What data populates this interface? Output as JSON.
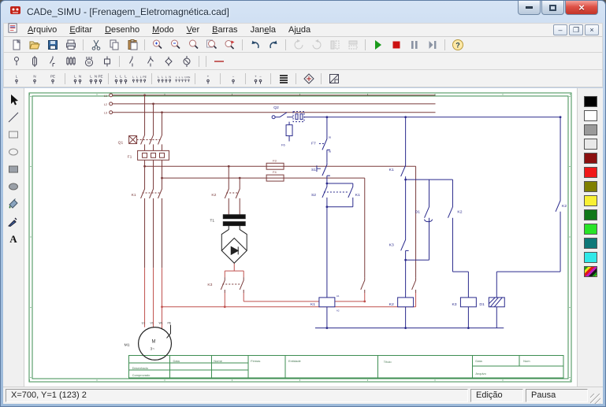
{
  "window": {
    "title": "CADe_SIMU - [Frenagem_Eletromagnética.cad]",
    "controls": [
      "minimize",
      "maximize",
      "close"
    ],
    "mdi_controls": [
      "minimize",
      "restore",
      "close"
    ]
  },
  "menu": {
    "items": [
      {
        "label": "Arquivo",
        "u": 0
      },
      {
        "label": "Editar",
        "u": 0
      },
      {
        "label": "Desenho",
        "u": 0
      },
      {
        "label": "Modo",
        "u": 0
      },
      {
        "label": "Ver",
        "u": 0
      },
      {
        "label": "Barras",
        "u": 0
      },
      {
        "label": "Janela",
        "u": 3
      },
      {
        "label": "Ajuda",
        "u": 2
      }
    ]
  },
  "toolbars": {
    "standard": [
      {
        "i": "new"
      },
      {
        "i": "open"
      },
      {
        "i": "save"
      },
      {
        "i": "print"
      },
      {
        "sep": 1
      },
      {
        "i": "cut"
      },
      {
        "i": "copy"
      },
      {
        "i": "paste"
      },
      {
        "sep": 1
      },
      {
        "i": "zoom-in"
      },
      {
        "i": "zoom-out"
      },
      {
        "i": "zoom-window"
      },
      {
        "i": "zoom-page"
      },
      {
        "i": "zoom-prev"
      },
      {
        "sep": 1
      },
      {
        "i": "undo"
      },
      {
        "i": "redo"
      },
      {
        "sep": 1
      },
      {
        "i": "rotate-left",
        "d": 1
      },
      {
        "i": "rotate-right",
        "d": 1
      },
      {
        "i": "flip-h",
        "d": 1
      },
      {
        "i": "flip-v",
        "d": 1
      },
      {
        "sep": 1
      },
      {
        "i": "play"
      },
      {
        "i": "stop"
      },
      {
        "i": "pause"
      },
      {
        "i": "step"
      },
      {
        "sep": 1
      },
      {
        "i": "help"
      }
    ],
    "components": [
      {
        "i": "pin"
      },
      {
        "i": "fuse"
      },
      {
        "i": "contact-nc"
      },
      {
        "i": "resistor-bank"
      },
      {
        "i": "motor"
      },
      {
        "i": "coil"
      },
      {
        "sep": 1
      },
      {
        "i": "contact-no"
      },
      {
        "i": "contact-cho"
      },
      {
        "i": "diamond"
      },
      {
        "i": "plug"
      },
      {
        "sep": 1
      },
      {
        "sep": 1
      },
      {
        "i": "wire-red"
      }
    ],
    "power": [
      {
        "i": "t-L"
      },
      {
        "i": "t-N"
      },
      {
        "i": "t-PE"
      },
      {
        "sep": 1
      },
      {
        "i": "t-LN"
      },
      {
        "i": "t-LNPE"
      },
      {
        "sep": 1
      },
      {
        "i": "t-LLL"
      },
      {
        "i": "t-LLLPE"
      },
      {
        "sep": 1
      },
      {
        "i": "t-LLLN"
      },
      {
        "i": "t-LLLNPE"
      },
      {
        "sep": 1
      },
      {
        "i": "t-plus"
      },
      {
        "sep": 1
      },
      {
        "i": "t-minus"
      },
      {
        "sep": 1
      },
      {
        "i": "t-plusminus"
      },
      {
        "sep": 1
      },
      {
        "i": "busbar"
      },
      {
        "sep": 1
      },
      {
        "i": "crossref"
      },
      {
        "sep": 1
      },
      {
        "i": "sheet"
      }
    ],
    "terminals": {
      "t-L": [
        "L"
      ],
      "t-N": [
        "N"
      ],
      "t-PE": [
        "PE"
      ],
      "t-LN": [
        "L",
        "N"
      ],
      "t-LNPE": [
        "L",
        "N",
        "PE"
      ],
      "t-LLL": [
        "L",
        "L",
        "L"
      ],
      "t-LLLPE": [
        "L",
        "L",
        "L",
        "PE"
      ],
      "t-LLLN": [
        "L",
        "L",
        "L",
        "N"
      ],
      "t-LLLNPE": [
        "L",
        "L",
        "L",
        "N",
        "PE"
      ],
      "t-plus": [
        "+"
      ],
      "t-minus": [
        "−"
      ],
      "t-plusminus": [
        "+",
        "−"
      ]
    }
  },
  "tools": [
    "select",
    "line",
    "rect",
    "ellipse",
    "rect-filled",
    "ellipse-filled",
    "fill",
    "picker",
    "text"
  ],
  "palette": {
    "colors": [
      "#000000",
      "#ffffff",
      "#9a9a9a",
      "#e8e8e8",
      "#8b1010",
      "#f01818",
      "#808000",
      "#f8f034",
      "#107818",
      "#28e428",
      "#0e7878",
      "#30e8e8",
      "multi"
    ]
  },
  "canvas": {
    "label_colors": {
      "p": "#7a3b3b",
      "b": "#2a2a8c",
      "k": "#333333",
      "g": "#4a7a55",
      "r": "#c0504d"
    },
    "labels": [
      [
        131,
        121,
        "L1",
        "p",
        4
      ],
      [
        131,
        132,
        "L2",
        "p",
        4
      ],
      [
        131,
        143,
        "L3",
        "p",
        4
      ],
      [
        149,
        181,
        "Q1",
        "p",
        5
      ],
      [
        161,
        199,
        "F1",
        "p",
        5
      ],
      [
        346,
        204,
        "F3",
        "p",
        4
      ],
      [
        346,
        219,
        "F4",
        "p",
        4
      ],
      [
        166,
        248,
        "K1",
        "p",
        5
      ],
      [
        268,
        248,
        "K2",
        "p",
        5
      ],
      [
        266,
        281,
        "T1",
        "k",
        5
      ],
      [
        263,
        363,
        "K3",
        "p",
        5
      ],
      [
        157,
        440,
        "M1",
        "k",
        5
      ],
      [
        192,
        436,
        "M",
        "k",
        6
      ],
      [
        190,
        445,
        "3~",
        "k",
        5
      ],
      [
        179,
        412,
        "U1",
        "k",
        3.5
      ],
      [
        190,
        412,
        "V1",
        "k",
        3.5
      ],
      [
        201,
        412,
        "W1",
        "k",
        3.5
      ],
      [
        212,
        412,
        "PE",
        "k",
        3.5
      ],
      [
        347,
        136,
        "Q2",
        "b",
        5
      ],
      [
        357,
        184,
        "F6",
        "b",
        4
      ],
      [
        395,
        182,
        "F7",
        "b",
        5
      ],
      [
        417,
        174,
        "95",
        "b",
        3
      ],
      [
        417,
        192,
        "96",
        "b",
        3
      ],
      [
        395,
        216,
        "S1",
        "b",
        5
      ],
      [
        395,
        248,
        "S2",
        "b",
        5
      ],
      [
        451,
        248,
        "K1",
        "b",
        5
      ],
      [
        494,
        216,
        "K1",
        "b",
        5
      ],
      [
        494,
        312,
        "K3",
        "b",
        5
      ],
      [
        527,
        270,
        "D1",
        "b",
        5
      ],
      [
        581,
        270,
        "K2",
        "b",
        5
      ],
      [
        714,
        262,
        "K2",
        "b",
        5
      ],
      [
        394,
        388,
        "K1",
        "b",
        5
      ],
      [
        494,
        388,
        "K2",
        "b",
        5
      ],
      [
        574,
        388,
        "K3",
        "b",
        5
      ],
      [
        609,
        388,
        "D1",
        "b",
        5
      ],
      [
        427,
        377,
        "A1",
        "b",
        3
      ],
      [
        427,
        396,
        "A2",
        "b",
        3
      ],
      [
        219,
        461,
        "Data",
        "g",
        4
      ],
      [
        271,
        461,
        "Nome",
        "g",
        4
      ],
      [
        318,
        461,
        "Firmas",
        "g",
        4
      ],
      [
        366,
        461,
        "Entidade",
        "g",
        4
      ],
      [
        167,
        470,
        "Desenhado",
        "g",
        4
      ],
      [
        167,
        479,
        "Comprovado",
        "g",
        4
      ],
      [
        487,
        462,
        "Título",
        "g",
        4
      ],
      [
        604,
        461,
        "Data",
        "g",
        4
      ],
      [
        665,
        461,
        "Num",
        "g",
        4
      ],
      [
        604,
        477,
        "Arquivo",
        "g",
        4
      ]
    ]
  },
  "statusbar": {
    "coordinates": "X=700, Y=1 (123) 2",
    "mode": "Edição",
    "simulation": "Pausa"
  }
}
